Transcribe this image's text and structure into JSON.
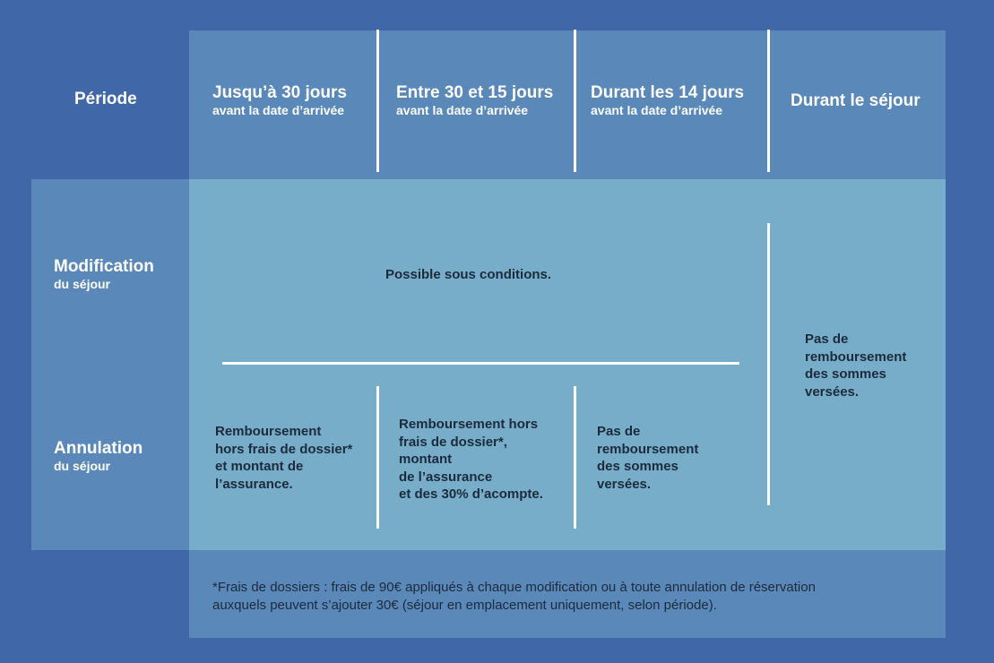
{
  "header": {
    "period_label": "Période",
    "columns": [
      {
        "title": "Jusqu’à 30 jours",
        "subtitle": "avant la date d’arrivée"
      },
      {
        "title": "Entre 30 et 15 jours",
        "subtitle": "avant la date d’arrivée"
      },
      {
        "title": "Durant les 14 jours",
        "subtitle": "avant la date d’arrivée"
      },
      {
        "title": "Durant le séjour",
        "subtitle": ""
      }
    ]
  },
  "rows": {
    "modification": {
      "title": "Modification",
      "subtitle": "du séjour"
    },
    "annulation": {
      "title": "Annulation",
      "subtitle": "du séjour"
    }
  },
  "cells": {
    "modification_conditions": "Possible sous conditions.",
    "during_stay": "Pas de\nremboursement\ndes sommes\nversées.",
    "annulation_30": "Remboursement\nhors frais de dossier*\net montant de\nl’assurance.",
    "annulation_30_15": "Remboursement hors\nfrais de dossier*,\nmontant\nde l’assurance\net des 30% d’acompte.",
    "annulation_14": "Pas de\nremboursement\ndes sommes\nversées."
  },
  "footnote": "*Frais de dossiers : frais de 90€ appliqués à chaque modification ou à toute annulation de réservation\nauxquels peuvent s’ajouter 30€ (séjour en emplacement uniquement, selon période).",
  "colors": {
    "background": "#4067a8",
    "header_panel": "#5a88b9",
    "body_panel": "#77adc8",
    "divider": "#ffffff",
    "text_dark": "#1c2b3c",
    "text_light": "#ffffff"
  }
}
